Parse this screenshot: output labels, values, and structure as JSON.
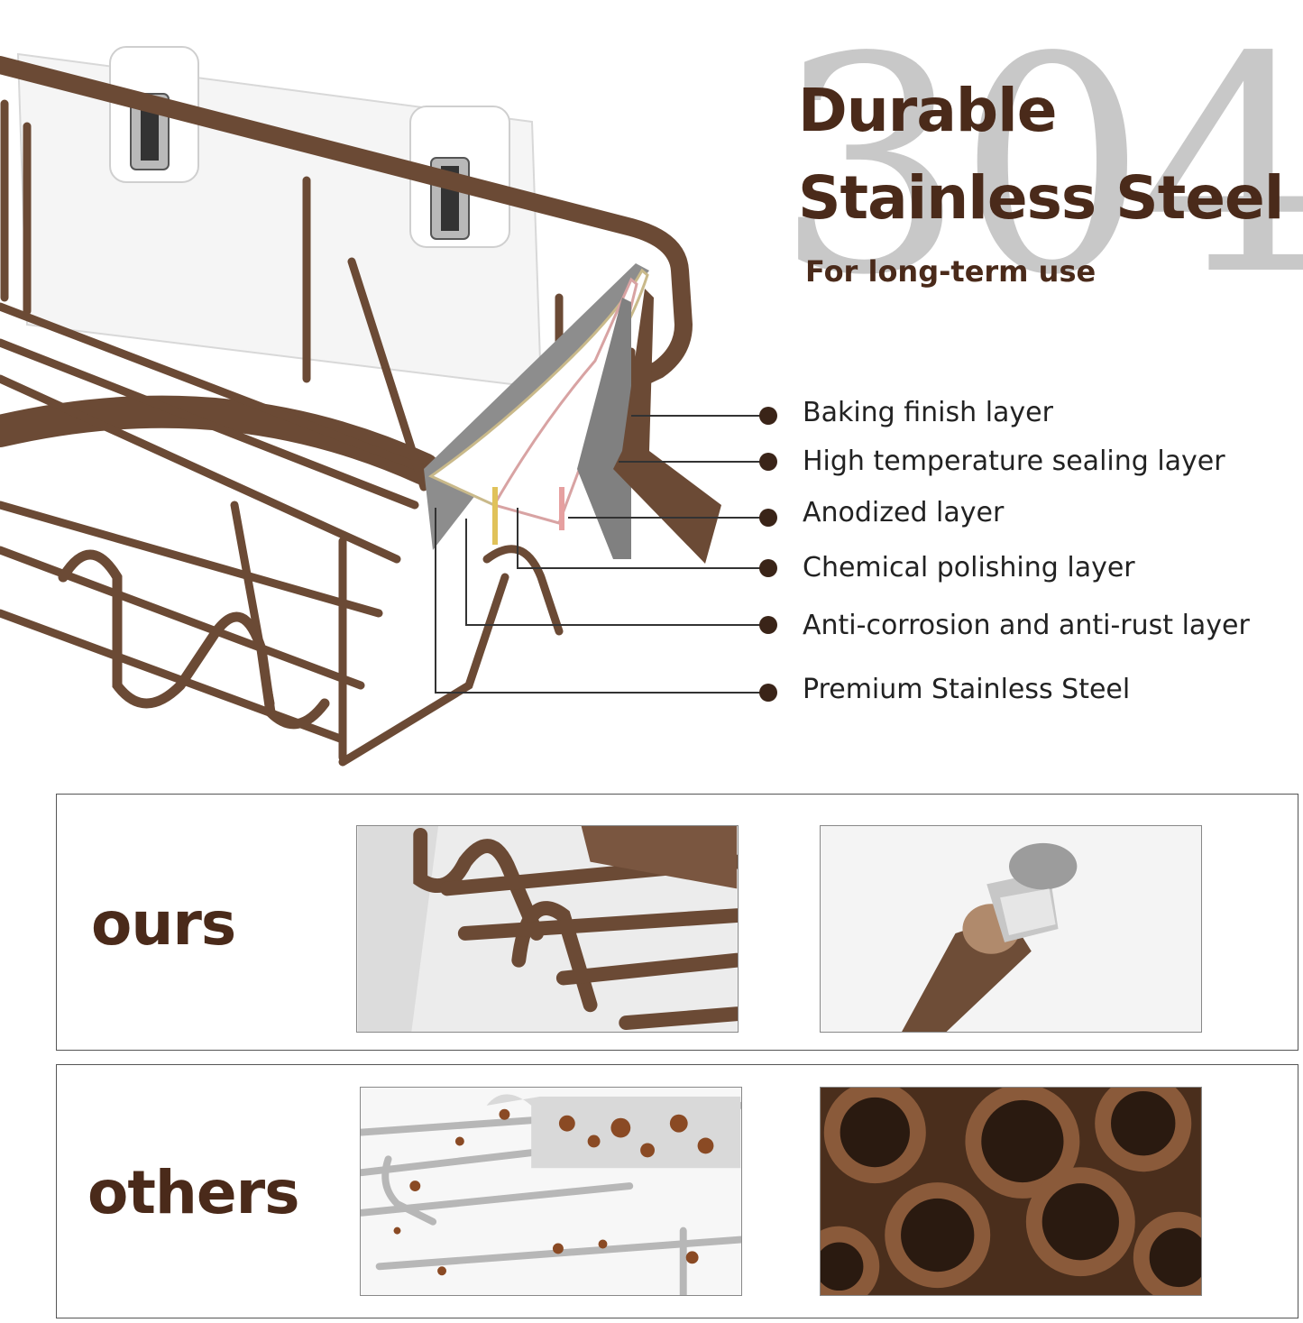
{
  "hero": {
    "big_number": "304",
    "title_line1": "Durable",
    "title_line2": "Stainless Steel",
    "subtitle": "For long-term use",
    "layers": [
      "Baking finish layer",
      "High temperature sealing layer",
      "Anodized layer",
      "Chemical polishing layer",
      "Anti-corrosion and anti-rust layer",
      "Premium Stainless Steel"
    ]
  },
  "comparison": {
    "ours_label": "ours",
    "others_label": "others"
  },
  "colors": {
    "bronze": "#6b4a35",
    "text_dark_brown": "#4a2a1a",
    "watermark_gray": "#c8c8c8",
    "rust": "#8a4a24"
  }
}
